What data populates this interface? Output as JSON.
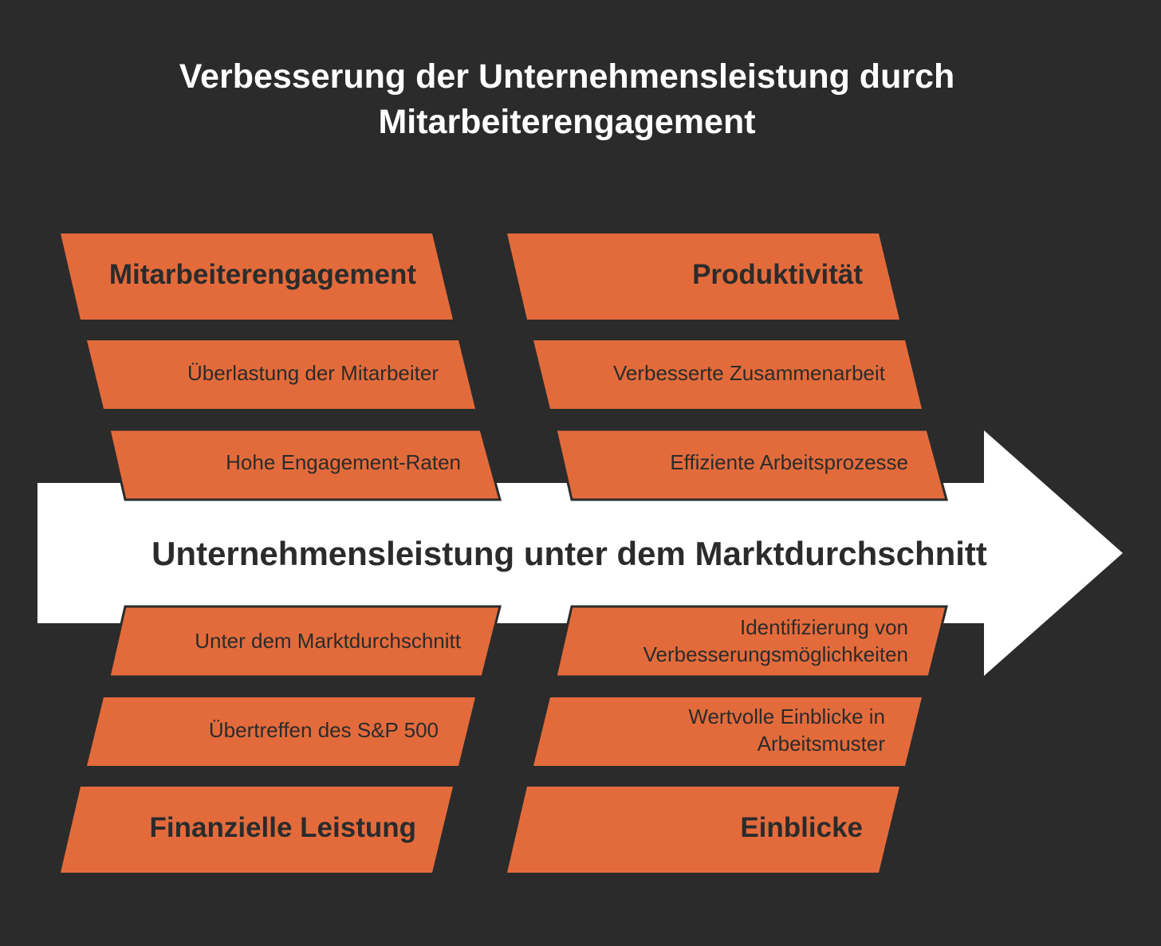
{
  "title": {
    "line1": "Verbesserung der Unternehmensleistung durch",
    "line2": "Mitarbeiterengagement"
  },
  "spine": {
    "label": "Unternehmensleistung unter dem Marktdurchschnitt"
  },
  "categories": {
    "mitarbeiterengagement": {
      "label": "Mitarbeiterengagement",
      "causes": [
        "Überlastung der Mitarbeiter",
        "Hohe Engagement-Raten"
      ]
    },
    "produktivitaet": {
      "label": "Produktivität",
      "causes": [
        "Verbesserte Zusammenarbeit",
        "Effiziente Arbeitsprozesse"
      ]
    },
    "finanzielle_leistung": {
      "label": "Finanzielle Leistung",
      "causes": [
        "Unter dem Marktdurchschnitt",
        "Übertreffen des S&P 500"
      ]
    },
    "einblicke": {
      "label": "Einblicke",
      "causes": [
        "Identifizierung von Verbesserungsmöglichkeiten",
        "Wertvolle Einblicke in Arbeitsmuster"
      ]
    }
  },
  "colors": {
    "background": "#2b2b2b",
    "box": "#e36b3b",
    "box_text": "#2b2b2b",
    "spine": "#ffffff",
    "title": "#ffffff"
  }
}
